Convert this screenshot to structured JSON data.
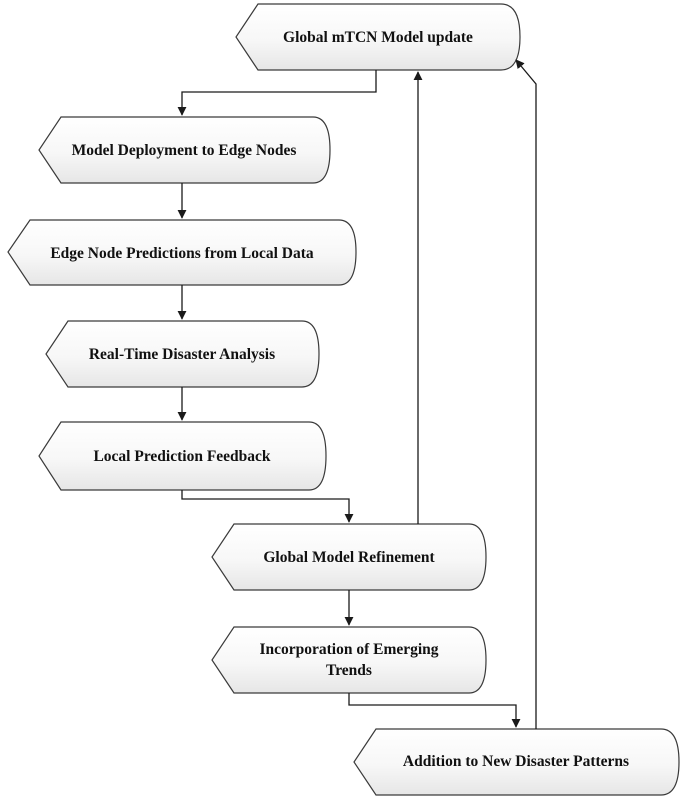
{
  "diagram": {
    "nodes": {
      "global_update": {
        "label": "Global mTCN Model update"
      },
      "deployment": {
        "label": "Model Deployment to Edge Nodes"
      },
      "edge_predictions": {
        "label": "Edge Node Predictions from Local Data"
      },
      "realtime_analysis": {
        "label": "Real-Time Disaster Analysis"
      },
      "local_feedback": {
        "label": "Local Prediction Feedback"
      },
      "refinement": {
        "label": "Global Model Refinement"
      },
      "emerging_trends": {
        "label_line1": "Incorporation of Emerging",
        "label_line2": "Trends"
      },
      "new_patterns": {
        "label": "Addition to New Disaster Patterns"
      }
    }
  }
}
